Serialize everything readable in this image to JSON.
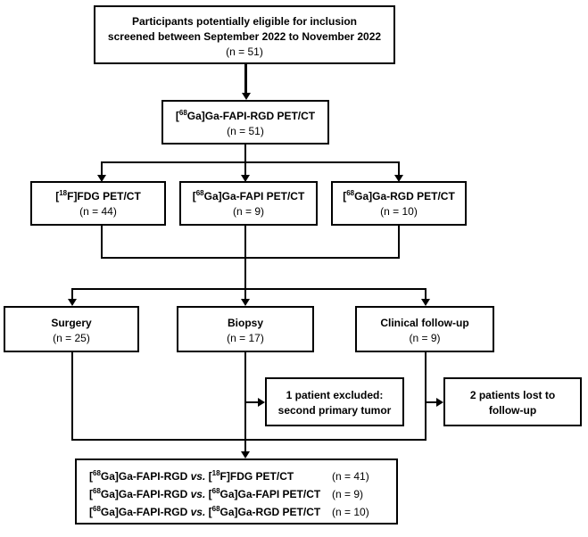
{
  "eligible": {
    "line1": "Participants potentially eligible for inclusion",
    "line2": "screened between September 2022 to November 2022",
    "n": "(n = 51)"
  },
  "rgd_pet": {
    "sup": "68",
    "pre": "[",
    "post": "Ga]Ga-FAPI-RGD PET/CT",
    "n": "(n = 51)"
  },
  "fdg": {
    "pre": "[",
    "sup": "18",
    "post": "F]FDG PET/CT",
    "n": "(n = 44)"
  },
  "fapi": {
    "pre": "[",
    "sup": "68",
    "post": "Ga]Ga-FAPI PET/CT",
    "n": "(n = 9)"
  },
  "rgd": {
    "pre": "[",
    "sup": "68",
    "post": "Ga]Ga-RGD PET/CT",
    "n": "(n = 10)"
  },
  "surgery": {
    "label": "Surgery",
    "n": "(n = 25)"
  },
  "biopsy": {
    "label": "Biopsy",
    "n": "(n = 17)"
  },
  "followup": {
    "label": "Clinical follow-up",
    "n": "(n = 9)"
  },
  "excluded": {
    "line1": "1 patient excluded:",
    "line2": "second primary tumor"
  },
  "lost": {
    "line1": "2 patients lost to",
    "line2": "follow-up"
  },
  "comparisons": [
    {
      "a_sup": "68",
      "a_post": "Ga]Ga-FAPI-RGD ",
      "vs": "vs.",
      "b_sup": "18",
      "b_post": "F]FDG PET/CT",
      "n": "(n = 41)"
    },
    {
      "a_sup": "68",
      "a_post": "Ga]Ga-FAPI-RGD ",
      "vs": "vs.",
      "b_sup": "68",
      "b_post": "Ga]Ga-FAPI PET/CT",
      "n": "(n = 9)"
    },
    {
      "a_sup": "68",
      "a_post": "Ga]Ga-FAPI-RGD ",
      "vs": "vs.",
      "b_sup": "68",
      "b_post": "Ga]Ga-RGD PET/CT",
      "n": "(n = 10)"
    }
  ]
}
